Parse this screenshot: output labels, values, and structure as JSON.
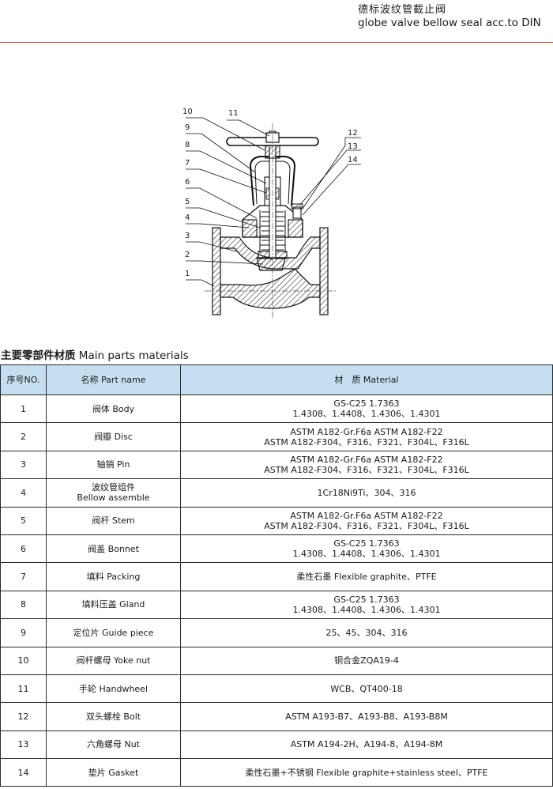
{
  "header": {
    "title_cn": "德标波纹管截止阀",
    "title_en": "globe valve bellow seal acc.to DIN"
  },
  "drawing": {
    "callouts_left": [
      "10",
      "9",
      "8",
      "7",
      "6",
      "5",
      "4",
      "3",
      "2",
      "1"
    ],
    "callout_top": "11",
    "callouts_right": [
      "12",
      "13",
      "14"
    ]
  },
  "section": {
    "title_cn": "主要零部件材质",
    "title_en": "Main parts materials"
  },
  "table": {
    "headers": [
      "序号NO.",
      "名称 Part name",
      "材　质 Material"
    ],
    "rows": [
      {
        "no": "1",
        "name": [
          "阀体 Body"
        ],
        "material": [
          "GS-C25 1.7363",
          "1.4308、1.4408、1.4306、1.4301"
        ]
      },
      {
        "no": "2",
        "name": [
          "阀瓣 Disc"
        ],
        "material": [
          "ASTM A182-Gr.F6a ASTM A182-F22",
          "ASTM A182-F304、F316、F321、F304L、F316L"
        ]
      },
      {
        "no": "3",
        "name": [
          "轴销 Pin"
        ],
        "material": [
          "ASTM A182-Gr.F6a ASTM A182-F22",
          "ASTM A182-F304、F316、F321、F304L、F316L"
        ]
      },
      {
        "no": "4",
        "name": [
          "波纹管组件",
          "Bellow assemble"
        ],
        "material": [
          "1Cr18Ni9Ti、304、316"
        ]
      },
      {
        "no": "5",
        "name": [
          "阀杆 Stem"
        ],
        "material": [
          "ASTM A182-Gr.F6a ASTM A182-F22",
          "ASTM A182-F304、F316、F321、F304L、F316L"
        ]
      },
      {
        "no": "6",
        "name": [
          "阀盖 Bonnet"
        ],
        "material": [
          "GS-C25 1.7363",
          "1.4308、1.4408、1.4306、1.4301"
        ]
      },
      {
        "no": "7",
        "name": [
          "填料 Packing"
        ],
        "material": [
          "柔性石墨 Flexible graphite、PTFE"
        ]
      },
      {
        "no": "8",
        "name": [
          "填料压盖 Gland"
        ],
        "material": [
          "GS-C25 1.7363",
          "1.4308、1.4408、1.4306、1.4301"
        ]
      },
      {
        "no": "9",
        "name": [
          "定位片 Guide piece"
        ],
        "material": [
          "25、45、304、316"
        ]
      },
      {
        "no": "10",
        "name": [
          "阀杆螺母 Yoke nut"
        ],
        "material": [
          "铜合金ZQA19-4"
        ]
      },
      {
        "no": "11",
        "name": [
          "手轮 Handwheel"
        ],
        "material": [
          "WCB、QT400-18"
        ]
      },
      {
        "no": "12",
        "name": [
          "双头螺栓 Bolt"
        ],
        "material": [
          "ASTM A193-B7、A193-B8、A193-B8M"
        ]
      },
      {
        "no": "13",
        "name": [
          "六角螺母 Nut"
        ],
        "material": [
          "ASTM A194-2H、A194-8、A194-8M"
        ]
      },
      {
        "no": "14",
        "name": [
          "垫片 Gasket"
        ],
        "material": [
          "柔性石墨+不锈钢 Flexible graphite+stainless steel、PTFE"
        ]
      }
    ]
  },
  "colors": {
    "header_rule": "#c0392b",
    "table_header_bg": "#c5dff0"
  }
}
